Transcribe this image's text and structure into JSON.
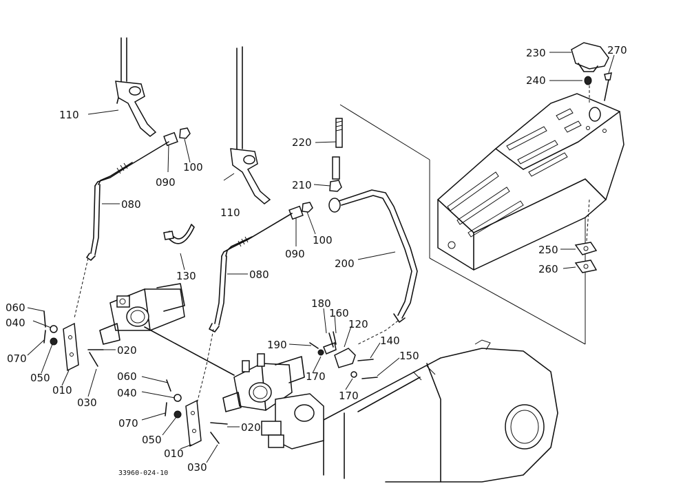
{
  "callouts": {
    "c110a": "110",
    "c090a": "090",
    "c100a": "100",
    "c080a": "080",
    "c130": "130",
    "c060a": "060",
    "c040a": "040",
    "c070a": "070",
    "c050a": "050",
    "c010a": "010",
    "c030a": "030",
    "c020a": "020",
    "c110b": "110",
    "c090b": "090",
    "c100b": "100",
    "c080b": "080",
    "c060b": "060",
    "c040b": "040",
    "c070b": "070",
    "c050b": "050",
    "c010b": "010",
    "c030b": "030",
    "c020b": "020",
    "c220": "220",
    "c210": "210",
    "c200": "200",
    "c180": "180",
    "c160": "160",
    "c120": "120",
    "c190": "190",
    "c140": "140",
    "c150": "150",
    "c170a": "170",
    "c170b": "170",
    "c230": "230",
    "c240": "240",
    "c270": "270",
    "c250": "250",
    "c260": "260"
  },
  "reference_code": "33960-024-10"
}
